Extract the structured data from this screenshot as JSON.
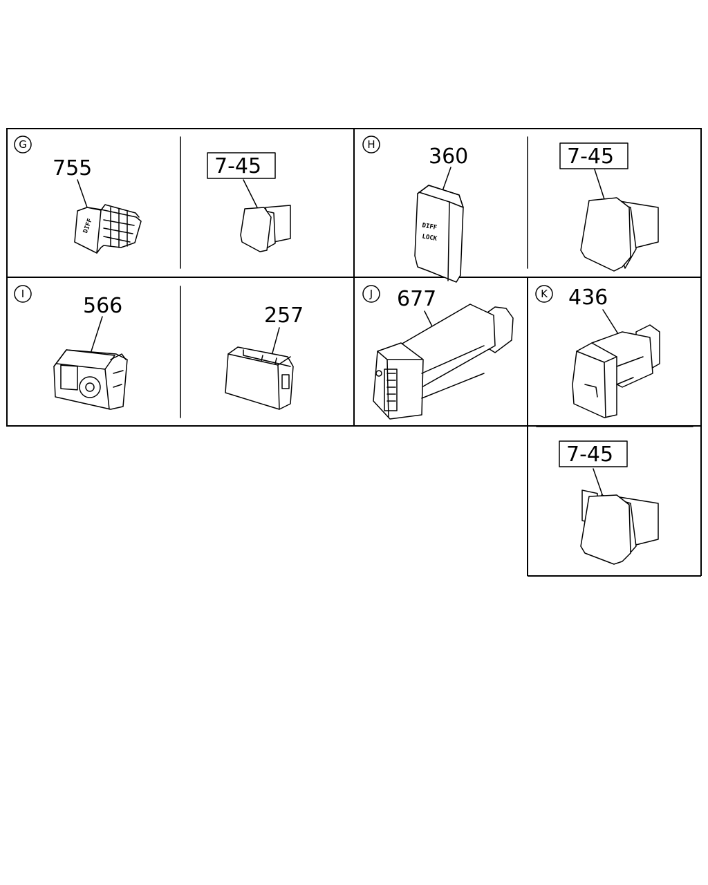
{
  "sections": {
    "G": {
      "letter": "G",
      "part": "755",
      "ref": "7-45"
    },
    "H": {
      "letter": "H",
      "part": "360",
      "ref": "7-45",
      "switch_text_1": "DIFF",
      "switch_text_2": "LOCK"
    },
    "I": {
      "letter": "I",
      "part_a": "566",
      "part_b": "257"
    },
    "J": {
      "letter": "J",
      "part": "677"
    },
    "K": {
      "letter": "K",
      "part": "436",
      "ref": "7-45"
    }
  }
}
